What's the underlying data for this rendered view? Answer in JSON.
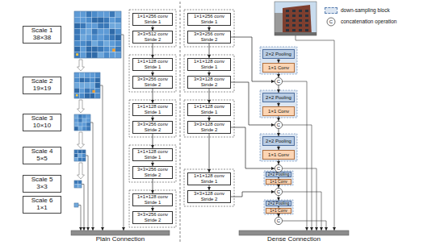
{
  "diagram": {
    "nodes": [
      {
        "text": [
          "Scale 1",
          "38×38"
        ]
      },
      {
        "text": [
          "Scale 2",
          "19×19"
        ]
      },
      {
        "text": [
          "Scale 3",
          "10×10"
        ]
      },
      {
        "text": [
          "Scale 4",
          "5×5"
        ]
      },
      {
        "text": [
          "Scale 5",
          "3×3"
        ]
      },
      {
        "text": [
          "Scale 6",
          "1×1"
        ]
      },
      {
        "text": [
          "1×1×256 conv",
          "Stride 1"
        ]
      },
      {
        "text": [
          "3×3×512 conv",
          "Stride 2"
        ]
      },
      {
        "text": [
          "1×1×128 conv",
          "Stride 1"
        ]
      },
      {
        "text": [
          "3×3×256 conv",
          "Stride 2"
        ]
      },
      {
        "text": [
          "1×1×128 conv",
          "Stride 1"
        ]
      },
      {
        "text": [
          "3×3×256 conv",
          "Stride 2"
        ]
      },
      {
        "text": [
          "1×1×128 conv",
          "Stride 1"
        ]
      },
      {
        "text": [
          "3×3×256 conv",
          "Stride 2"
        ]
      },
      {
        "text": [
          "1×1×128 conv",
          "Stride 1"
        ]
      },
      {
        "text": [
          "3×3×256 conv",
          "Stride 2"
        ]
      },
      {
        "text": [
          "1×1×256 conv",
          "Stride 1"
        ]
      },
      {
        "text": [
          "3×3×256 conv",
          "Stride 2"
        ]
      },
      {
        "text": [
          "1×1×128 conv",
          "Stride 1"
        ]
      },
      {
        "text": [
          "3×3×128 conv",
          "Stride 2"
        ]
      },
      {
        "text": [
          "1×1×128 conv",
          "Stride 1"
        ]
      },
      {
        "text": [
          "3×3×128 conv",
          "Stride 2"
        ]
      },
      {
        "text": [
          "1×1×128 conv",
          "Stride 1"
        ]
      },
      {
        "text": [
          "3×3×128 conv",
          "Stride 2"
        ]
      },
      {
        "text": [
          "2×2 Pooling"
        ]
      },
      {
        "text": [
          "1×1 Conv"
        ]
      },
      {
        "text": [
          "2×2 Pooling"
        ]
      },
      {
        "text": [
          "1×1 Conv"
        ]
      },
      {
        "text": [
          "2×2 Pooling"
        ]
      },
      {
        "text": [
          "1×1 Conv"
        ]
      },
      {
        "text": [
          "2×2 Pooling"
        ]
      },
      {
        "text": [
          "1×1 Conv"
        ]
      },
      {
        "text": [
          "2×2 Pooling"
        ]
      },
      {
        "text": [
          "1×1 Conv"
        ]
      },
      {
        "text": [
          "C"
        ]
      },
      {
        "text": [
          "C"
        ]
      },
      {
        "text": [
          "C"
        ]
      },
      {
        "text": [
          "C"
        ]
      },
      {
        "text": [
          "C"
        ]
      }
    ],
    "edges": [
      {
        "from": 6,
        "to": 7,
        "arrow": "to"
      },
      {
        "from": 7,
        "to": 8,
        "arrow": "to"
      },
      {
        "from": 8,
        "to": 9,
        "arrow": "to"
      },
      {
        "from": 9,
        "to": 10,
        "arrow": "to"
      },
      {
        "from": 10,
        "to": 11,
        "arrow": "to"
      },
      {
        "from": 11,
        "to": 12,
        "arrow": "to"
      },
      {
        "from": 12,
        "to": 13,
        "arrow": "to"
      },
      {
        "from": 13,
        "to": 14,
        "arrow": "to"
      },
      {
        "from": 14,
        "to": 15,
        "arrow": "to"
      },
      {
        "from": 16,
        "to": 17,
        "arrow": "to"
      },
      {
        "from": 17,
        "to": 18,
        "arrow": "to"
      },
      {
        "from": 18,
        "to": 19,
        "arrow": "to"
      },
      {
        "from": 19,
        "to": 20,
        "arrow": "to"
      },
      {
        "from": 20,
        "to": 21,
        "arrow": "to"
      },
      {
        "from": 21,
        "to": 22,
        "arrow": "to"
      },
      {
        "from": 22,
        "to": 23,
        "arrow": "to"
      },
      {
        "from": 24,
        "to": 25,
        "arrow": "to"
      },
      {
        "from": 26,
        "to": 27,
        "arrow": "to"
      },
      {
        "from": 28,
        "to": 29,
        "arrow": "to"
      },
      {
        "from": 30,
        "to": 31,
        "arrow": "to"
      },
      {
        "from": 32,
        "to": 33,
        "arrow": "to"
      },
      {
        "from": 25,
        "to": 34,
        "arrow": "to"
      },
      {
        "from": 27,
        "to": 35,
        "arrow": "to"
      },
      {
        "from": 29,
        "to": 36,
        "arrow": "to"
      },
      {
        "from": 31,
        "to": 37,
        "arrow": "to"
      },
      {
        "from": 33,
        "to": 38,
        "arrow": "to"
      },
      {
        "from": 34,
        "to": 26,
        "arrow": "to"
      },
      {
        "from": 35,
        "to": 28,
        "arrow": "to"
      },
      {
        "from": 36,
        "to": 30,
        "arrow": "to"
      },
      {
        "from": 37,
        "to": 32,
        "arrow": "to"
      },
      {
        "from": 17,
        "to": 34,
        "arrow": "to"
      },
      {
        "from": 19,
        "to": 35,
        "arrow": "to"
      },
      {
        "from": 21,
        "to": 36,
        "arrow": "to"
      },
      {
        "from": 23,
        "to": 37,
        "arrow": "to"
      }
    ],
    "labels": [
      "Plain Connection",
      "Dense Connection",
      "C"
    ],
    "legend": [
      {
        "text": "down-sampling block",
        "color": "#dce6f2"
      },
      {
        "text": "concatenation operation"
      }
    ]
  }
}
